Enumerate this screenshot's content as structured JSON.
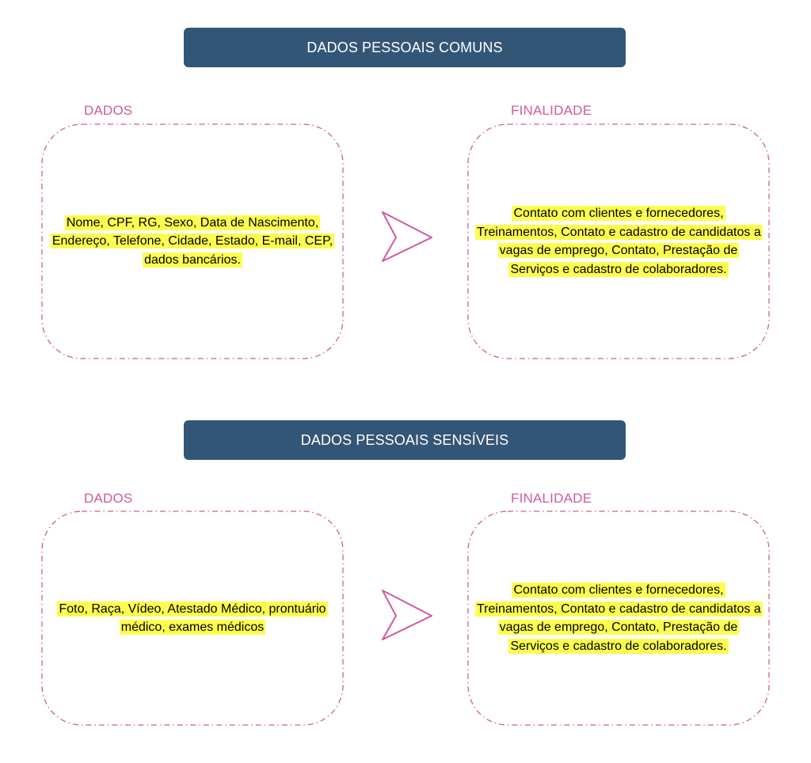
{
  "sections": [
    {
      "title": "DADOS PESSOAIS COMUNS",
      "data_label": "DADOS",
      "purpose_label": "FINALIDADE",
      "data_text": "Nome, CPF, RG, Sexo, Data de Nascimento, Endereço, Telefone, Cidade, Estado, E-mail, CEP, dados bancários.",
      "purpose_text": "Contato com clientes e fornecedores, Treinamentos, Contato e cadastro de candidatos a vagas de emprego, Contato, Prestação de Serviços e cadastro de colaboradores."
    },
    {
      "title": "DADOS PESSOAIS SENSÍVEIS",
      "data_label": "DADOS",
      "purpose_label": "FINALIDADE",
      "data_text": "Foto, Raça, Vídeo, Atestado Médico, prontuário médico, exames médicos",
      "purpose_text": "Contato com clientes e fornecedores, Treinamentos, Contato e cadastro de candidatos a vagas de emprego, Contato, Prestação de Serviços e cadastro de colaboradores."
    }
  ],
  "colors": {
    "banner": "#345676",
    "accent": "#cf5aa0",
    "highlight": "#fdfd4f"
  },
  "icons": {
    "flow_arrow": "arrow-right-outline-icon"
  }
}
